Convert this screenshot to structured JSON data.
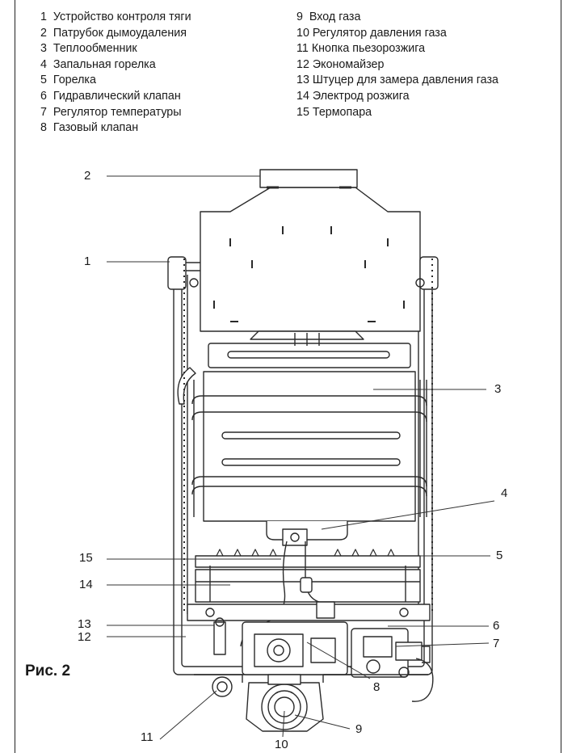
{
  "legend_left": [
    {
      "num": "1",
      "text": "Устройство контроля тяги"
    },
    {
      "num": "2",
      "text": "Патрубок дымоудаления"
    },
    {
      "num": "3",
      "text": "Теплообменник"
    },
    {
      "num": "4",
      "text": "Запальная горелка"
    },
    {
      "num": "5",
      "text": "Горелка"
    },
    {
      "num": "6",
      "text": "Гидравлический клапан"
    },
    {
      "num": "7",
      "text": "Регулятор температуры"
    },
    {
      "num": "8",
      "text": "Газовый клапан"
    }
  ],
  "legend_right": [
    {
      "num": "9",
      "text": "Вход газа"
    },
    {
      "num": "10",
      "text": "Регулятор давления газа"
    },
    {
      "num": "11",
      "text": "Кнопка пьезорозжига"
    },
    {
      "num": "12",
      "text": "Экономайзер"
    },
    {
      "num": "13",
      "text": "Штуцер для замера давления газа"
    },
    {
      "num": "14",
      "text": "Электрод розжига"
    },
    {
      "num": "15",
      "text": "Термопара"
    }
  ],
  "callouts": {
    "c1": "1",
    "c2": "2",
    "c3": "3",
    "c4": "4",
    "c5": "5",
    "c6": "6",
    "c7": "7",
    "c8": "8",
    "c9": "9",
    "c10": "10",
    "c11": "11",
    "c12": "12",
    "c13": "13",
    "c14": "14",
    "c15": "15"
  },
  "caption": "Рис. 2"
}
